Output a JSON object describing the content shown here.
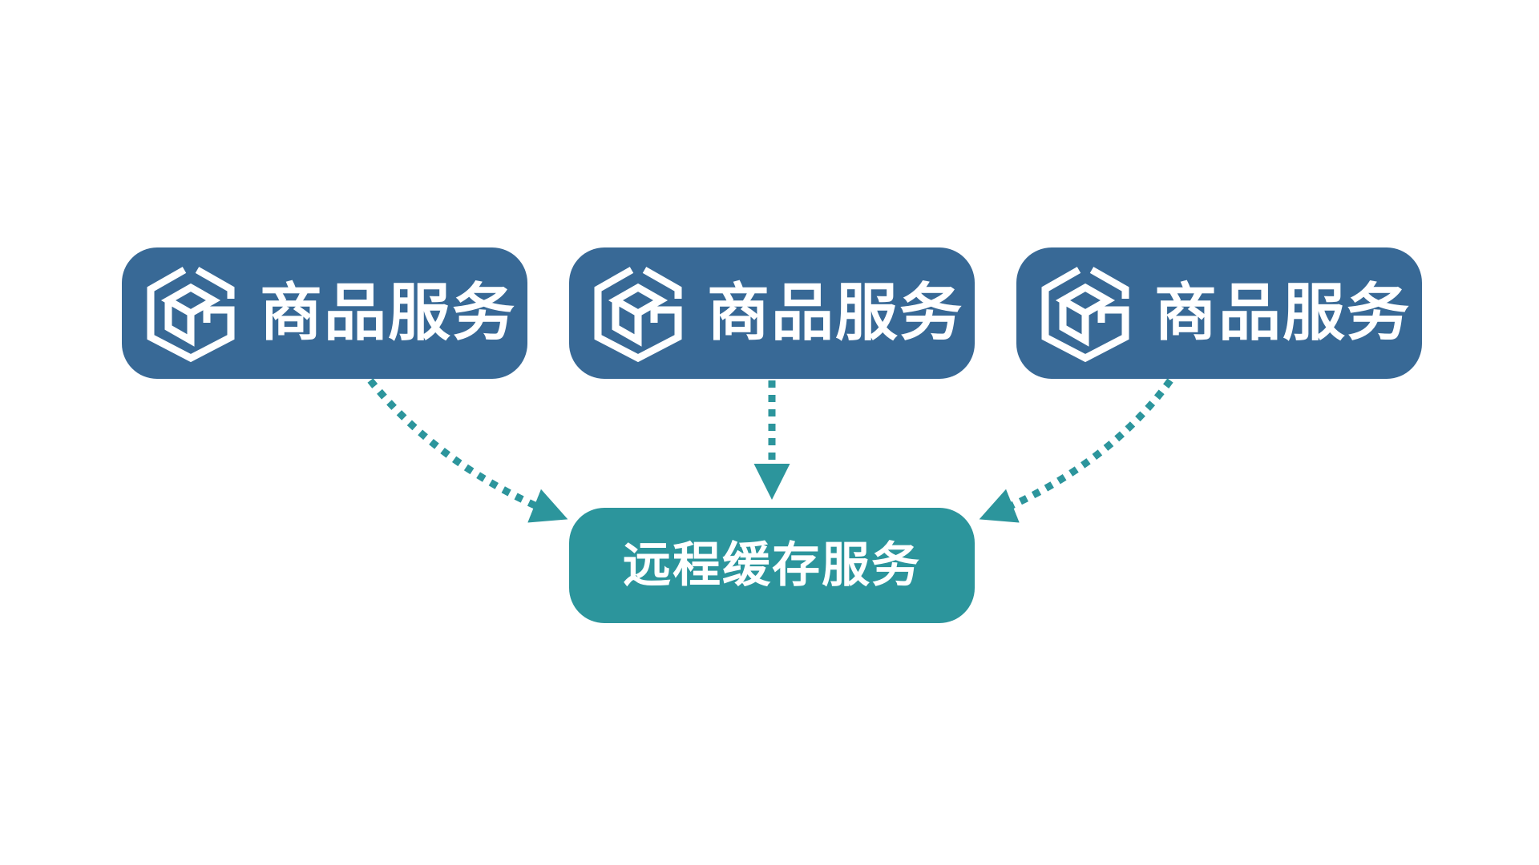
{
  "nodes": {
    "services": [
      {
        "label": "商品服务",
        "icon": "hexagon-cube-logo-icon"
      },
      {
        "label": "商品服务",
        "icon": "hexagon-cube-logo-icon"
      },
      {
        "label": "商品服务",
        "icon": "hexagon-cube-logo-icon"
      }
    ],
    "cache": {
      "label": "远程缓存服务"
    }
  },
  "edges": [
    {
      "from": "services.0",
      "to": "cache",
      "style": "dotted-arrow"
    },
    {
      "from": "services.1",
      "to": "cache",
      "style": "dotted-arrow"
    },
    {
      "from": "services.2",
      "to": "cache",
      "style": "dotted-arrow"
    }
  ],
  "colors": {
    "service_fill": "#386996",
    "cache_fill": "#2c959c",
    "arrow": "#2c959c",
    "text": "#ffffff"
  }
}
